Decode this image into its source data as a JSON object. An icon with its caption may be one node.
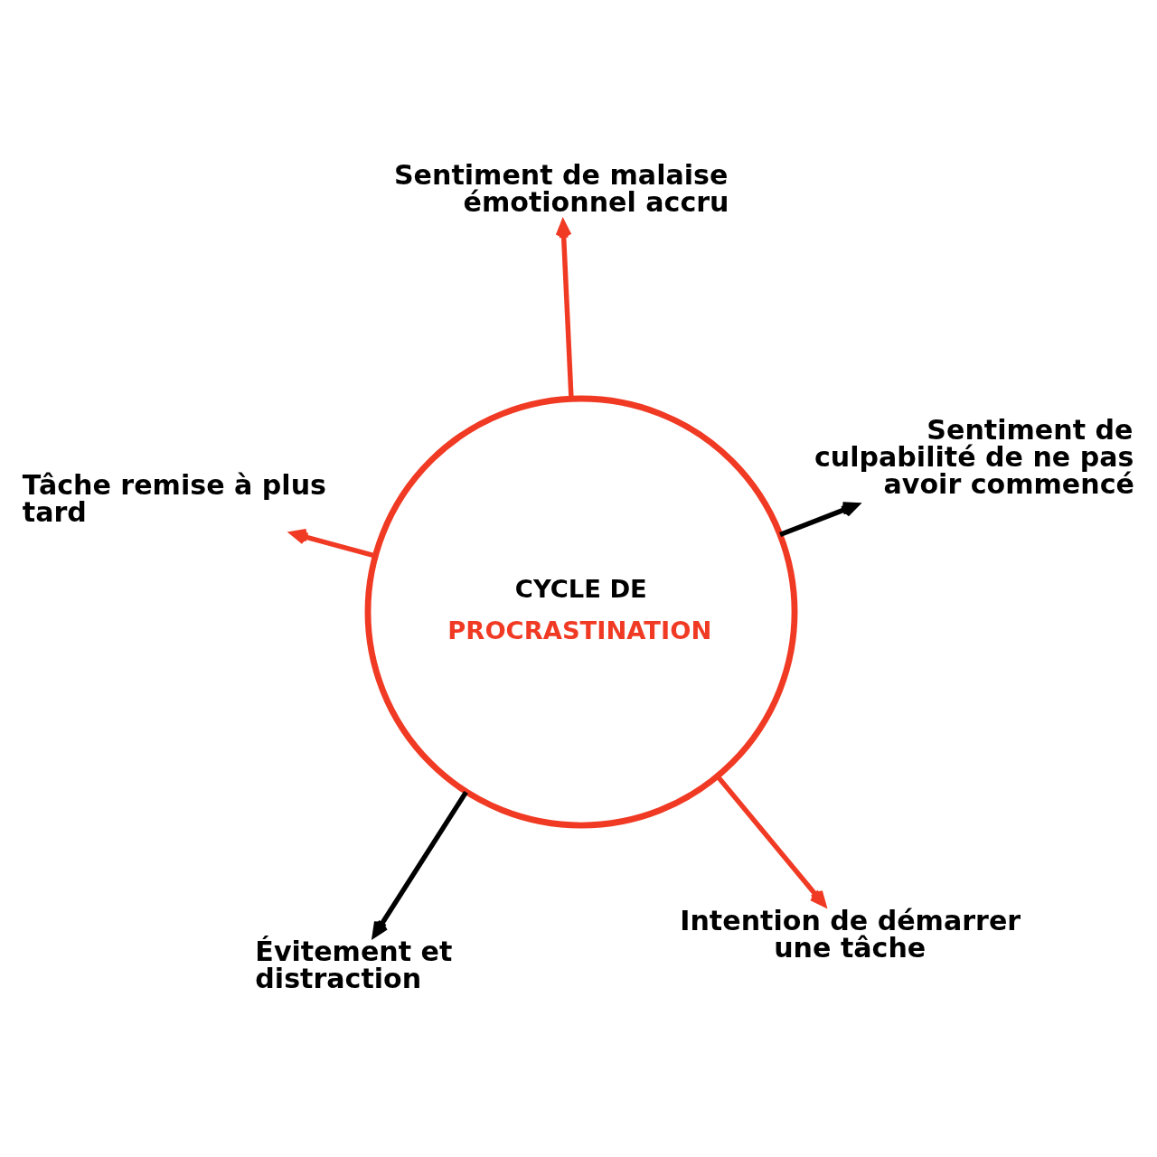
{
  "diagram": {
    "nodes": [
      {
        "text": [
          "CYCLE DE",
          "PROCRASTINATION"
        ]
      },
      {
        "text": [
          "Intention de démarrer une tâche"
        ]
      },
      {
        "text": [
          "Évitement et distraction"
        ]
      },
      {
        "text": [
          "Tâche remise à plus tard"
        ]
      },
      {
        "text": [
          "Sentiment de culpabilité de ne pas avoir commencé"
        ]
      },
      {
        "text": [
          "Sentiment de malaise émotionnel accru"
        ]
      }
    ],
    "edges": [
      {
        "from": 0,
        "to": 1,
        "arrow": "to"
      },
      {
        "from": 0,
        "to": 2,
        "arrow": "to",
        "color": "#000000"
      },
      {
        "from": 0,
        "to": 3,
        "arrow": "to"
      },
      {
        "from": 0,
        "to": 4,
        "arrow": "to",
        "color": "#000000"
      },
      {
        "from": 0,
        "to": 5,
        "arrow": "to"
      }
    ]
  }
}
